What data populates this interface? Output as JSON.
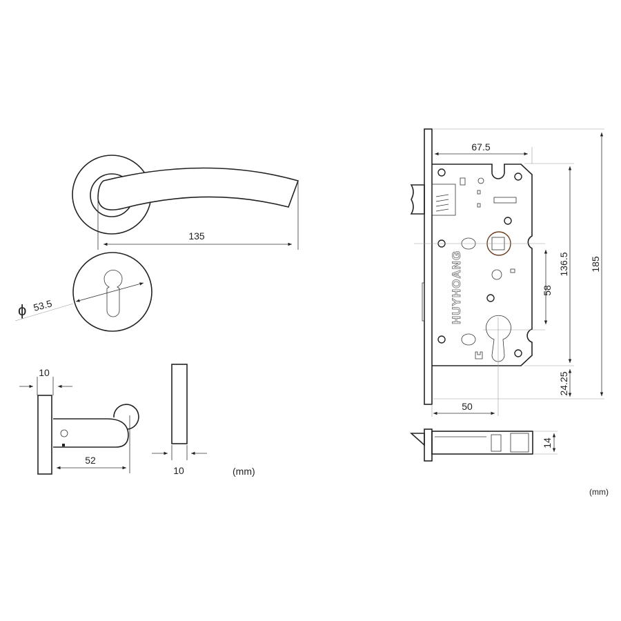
{
  "handle": {
    "length_label": "135",
    "rose_diameter_symbol": "ϕ",
    "rose_diameter_label": "53.5",
    "rose_thickness_label": "10",
    "projection_label": "52",
    "escutcheon_thickness_label": "10",
    "unit_label": "(mm)"
  },
  "mortise": {
    "brand": "HUYHOANG",
    "backset_top_label": "67.5",
    "case_height_label": "136.5",
    "faceplate_height_label": "185",
    "center_distance_label": "58",
    "bottom_offset_label": "24.25",
    "backset_label": "50",
    "thickness_label": "14",
    "unit_label": "(mm)"
  }
}
